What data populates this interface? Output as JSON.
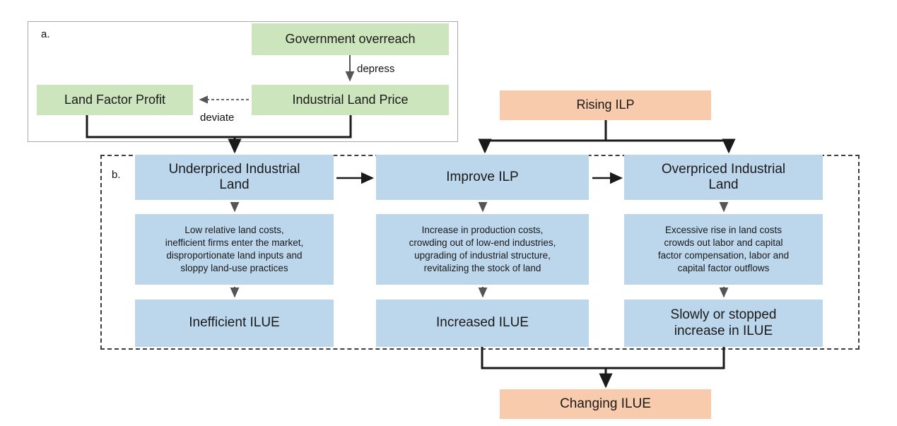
{
  "figure": {
    "panels": [
      {
        "id": "a",
        "label": "a."
      },
      {
        "id": "b",
        "label": "b."
      }
    ]
  },
  "panel_a": {
    "label": "a.",
    "nodes": [
      {
        "name": "government-overreach",
        "text": "Government overreach",
        "color": "#cce5bd"
      },
      {
        "name": "industrial-land-price",
        "text": "Industrial Land Price",
        "color": "#cce5bd"
      },
      {
        "name": "land-factor-profit",
        "text": "Land Factor Profit",
        "color": "#cce5bd"
      }
    ],
    "edges": [
      {
        "name": "depress-edge",
        "label": "depress",
        "from": "government-overreach",
        "to": "industrial-land-price",
        "style": "solid"
      },
      {
        "name": "deviate-edge",
        "label": "deviate",
        "from": "industrial-land-price",
        "to": "land-factor-profit",
        "style": "dashed"
      }
    ]
  },
  "panel_b": {
    "label": "b.",
    "columns": [
      {
        "name": "underpriced-column",
        "head": "Underpriced Industrial\nLand",
        "head_line1": "Underpriced Industrial",
        "head_line2": "Land",
        "detail": "Low relative land costs,\ninefficient firms enter the market,\ndisproportionate land inputs and\nsloppy land-use practices",
        "detail_lines": [
          "Low relative land costs,",
          "inefficient firms enter the market,",
          "disproportionate land inputs and",
          "sloppy land-use practices"
        ],
        "outcome": "Inefficient ILUE",
        "outcome_lines": [
          "Inefficient ILUE"
        ],
        "color": "#bcd6ec"
      },
      {
        "name": "improve-ilp-column",
        "head": "Improve ILP",
        "head_line1": "Improve ILP",
        "head_line2": "",
        "detail": "Increase in production costs,\ncrowding out of low-end industries,\nupgrading of industrial structure,\nrevitalizing the stock of land",
        "detail_lines": [
          "Increase in production costs,",
          "crowding out of low-end industries,",
          "upgrading of industrial structure,",
          "revitalizing the stock of land"
        ],
        "outcome": "Increased ILUE",
        "outcome_lines": [
          "Increased ILUE"
        ],
        "color": "#bcd6ec"
      },
      {
        "name": "overpriced-column",
        "head": "Overpriced Industrial\nLand",
        "head_line1": "Overpriced Industrial",
        "head_line2": "Land",
        "detail": "Excessive rise in land costs\ncrowds out labor and capital\nfactor compensation, labor and\ncapital factor outflows",
        "detail_lines": [
          "Excessive rise in land costs",
          "crowds out labor and capital",
          "factor compensation, labor and",
          "capital factor outflows"
        ],
        "outcome": "Slowly or stopped\nincrease in ILUE",
        "outcome_lines": [
          "Slowly or stopped",
          "increase in ILUE"
        ],
        "color": "#bcd6ec"
      }
    ]
  },
  "external": {
    "rising_ilp": {
      "name": "rising-ilp",
      "text": "Rising ILP",
      "color": "#f7cbab"
    },
    "changing_ilue": {
      "name": "changing-ilue",
      "text": "Changing ILUE",
      "color": "#f7cbab"
    }
  },
  "colors": {
    "green": "#cce5bd",
    "blue": "#bcd6ec",
    "orange": "#f7cbab",
    "arrow": "#1a1a1a",
    "thin_arrow": "#555555",
    "panel_a_border": "#a8a8a8",
    "panel_b_border": "#3d3d3d",
    "background": "#ffffff"
  }
}
